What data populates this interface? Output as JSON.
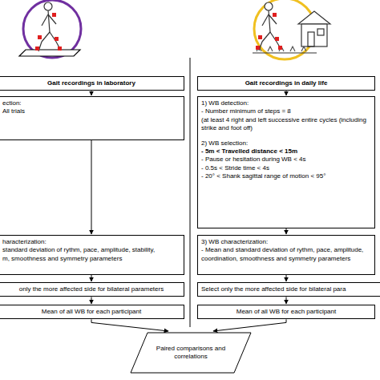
{
  "diagram": {
    "nodes": [
      {
        "text": [
          "Gait recordings in laboratory"
        ]
      },
      {
        "text": [
          "ection:",
          "All trials"
        ]
      },
      {
        "text": [
          "haracterization:",
          "standard deviation of rythm, pace, amplitude, stability,",
          "m, smoothness and symmetry parameters"
        ]
      },
      {
        "text": [
          "only the more affected side for bilateral parameters"
        ]
      },
      {
        "text": [
          "Mean of all WB for each participant"
        ]
      },
      {
        "text": [
          "Gait recordings in daily life"
        ]
      },
      {
        "text": [
          "1) WB detection:",
          "- Number minimum of steps = 8",
          "(at least 4 right and left successive entire cycles (including",
          "strike and foot off)",
          "2) WB selection:",
          "- 5m < Travelled distance < 15m",
          "- Pause or hesitation during WB < 4s",
          "- 0.5s < Stride time < 4s",
          "- 20° < Shank sagittal range of motion < 95°"
        ]
      },
      {
        "text": [
          "3) WB characterization:",
          "- Mean and standard deviation of rythm, pace, amplitude,",
          "coordination, smoothness and symmetry parameters"
        ]
      },
      {
        "text": [
          "Select only the more affected side for bilateral para"
        ]
      },
      {
        "text": [
          "Mean of all WB for each participant"
        ]
      },
      {
        "text": [
          "Paired comparisons and correlations"
        ]
      }
    ],
    "edges": [
      {
        "from": 0,
        "to": 1,
        "arrow": "to"
      },
      {
        "from": 1,
        "to": 2,
        "arrow": "to"
      },
      {
        "from": 2,
        "to": 3,
        "arrow": "to"
      },
      {
        "from": 3,
        "to": 4,
        "arrow": "to"
      },
      {
        "from": 4,
        "to": 10,
        "arrow": "to"
      },
      {
        "from": 5,
        "to": 6,
        "arrow": "to"
      },
      {
        "from": 6,
        "to": 7,
        "arrow": "to"
      },
      {
        "from": 7,
        "to": 8,
        "arrow": "to"
      },
      {
        "from": 8,
        "to": 9,
        "arrow": "to"
      },
      {
        "from": 9,
        "to": 10,
        "arrow": "to"
      }
    ]
  }
}
